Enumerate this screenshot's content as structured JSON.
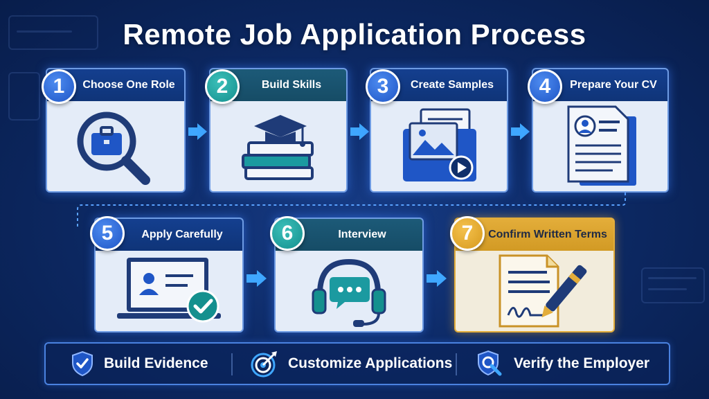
{
  "title": "Remote Job Application Process",
  "steps": [
    {
      "number": "1",
      "label": "Choose One Role",
      "icon": "briefcase-magnifier-icon"
    },
    {
      "number": "2",
      "label": "Build Skills",
      "icon": "graduation-books-icon"
    },
    {
      "number": "3",
      "label": "Create Samples",
      "icon": "portfolio-folder-icon"
    },
    {
      "number": "4",
      "label": "Prepare Your CV",
      "icon": "resume-document-icon"
    },
    {
      "number": "5",
      "label": "Apply Carefully",
      "icon": "laptop-checkmark-icon"
    },
    {
      "number": "6",
      "label": "Interview",
      "icon": "headset-chat-icon"
    },
    {
      "number": "7",
      "label": "Confirm Written Terms",
      "icon": "contract-pen-icon"
    }
  ],
  "tips": [
    {
      "label": "Build Evidence",
      "icon": "shield-check-icon"
    },
    {
      "label": "Customize Applications",
      "icon": "target-arrow-icon"
    },
    {
      "label": "Verify the Employer",
      "icon": "shield-search-icon"
    }
  ],
  "colors": {
    "blue_accent": "#1f56c6",
    "teal_accent": "#14908e",
    "gold_accent": "#d79a1d",
    "arrow": "#3fa7ff"
  }
}
